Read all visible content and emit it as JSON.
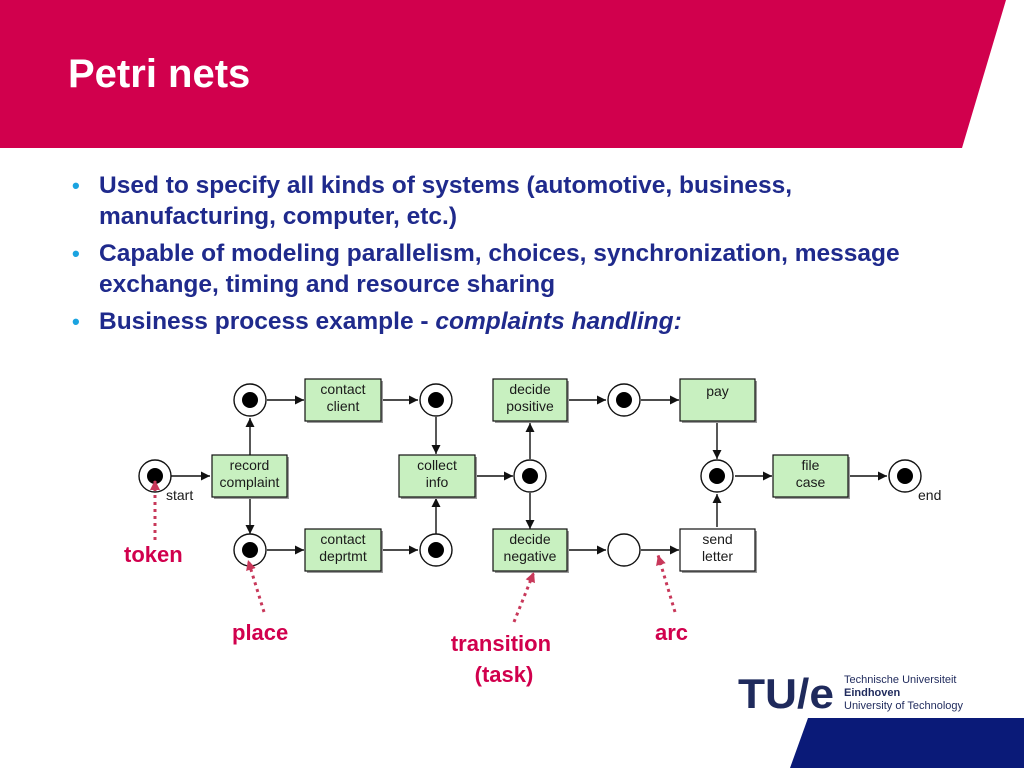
{
  "slide": {
    "title": "Petri nets",
    "bullets": [
      {
        "text": "Used to specify all kinds of systems (automotive, business, manufacturing, computer, etc.)"
      },
      {
        "text": "Capable of modeling parallelism, choices, synchronization, message exchange, timing and resource sharing"
      },
      {
        "text": "Business process example - ",
        "emphasis": "complaints handling:"
      }
    ],
    "bullet_glyph": "•"
  },
  "diagram": {
    "transitions": {
      "contact_client": [
        "contact",
        "client"
      ],
      "record_complaint": [
        "record",
        "complaint"
      ],
      "contact_deprtmt": [
        "contact",
        "deprtmt"
      ],
      "collect_info": [
        "collect",
        "info"
      ],
      "decide_positive": [
        "decide",
        "positive"
      ],
      "decide_negative": [
        "decide",
        "negative"
      ],
      "pay": [
        "pay"
      ],
      "file_case": [
        "file",
        "case"
      ],
      "send_letter": [
        "send",
        "letter"
      ]
    },
    "place_labels": {
      "start": "start",
      "end": "end"
    },
    "tokens": {
      "start": 1,
      "p_client": 1,
      "p_after_client": 1,
      "p_deprtmt": 1,
      "p_after_deprtmt": 1,
      "p_decide": 1,
      "p_pay": 1,
      "p_merge": 1,
      "p_neg": 0,
      "end": 1
    },
    "annotations": {
      "token": "token",
      "place": "place",
      "transition": [
        "transition",
        "(task)"
      ],
      "arc": "arc"
    }
  },
  "logo": {
    "wordmark": "TU/e",
    "lines": [
      "Technische Universiteit",
      "Eindhoven",
      "University of Technology"
    ]
  },
  "colors": {
    "accent_red": "#d1004d",
    "bullet_text": "#1f2a8c",
    "bullet_dot": "#1aa3e0",
    "transition_green": "#c8f0c0",
    "logo_navy": "#1f2a5c",
    "footer_navy": "#0a1a78"
  }
}
